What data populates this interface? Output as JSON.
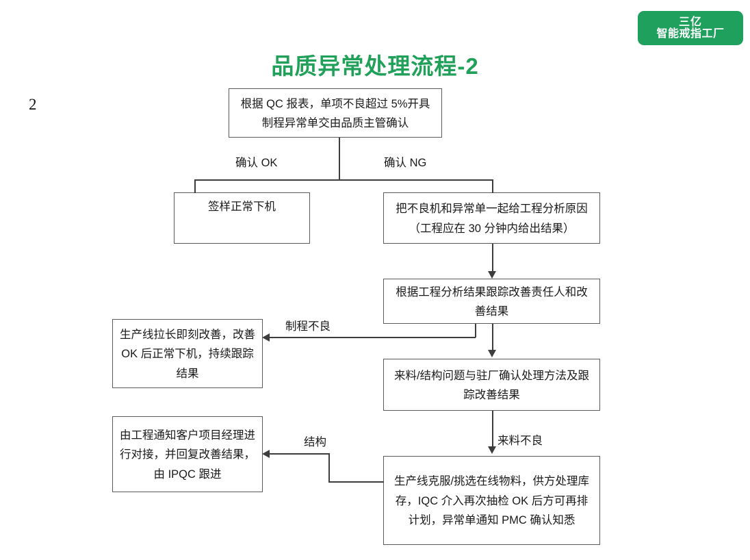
{
  "brand": {
    "line1": "三亿",
    "line2": "智能戒指工厂",
    "color": "#1fa05c"
  },
  "title": "品质异常处理流程-2",
  "title_color": "#21a05a",
  "slide_number": "2",
  "flow": {
    "nodes": [
      {
        "id": "qc-report",
        "text": "根据 QC 报表，单项不良超过 5%开具制程异常单交由品质主管确认"
      },
      {
        "id": "sign-off-ok",
        "text": "签样正常下机"
      },
      {
        "id": "engineering-analysis",
        "text": "把不良机和异常单一起给工程分析原因（工程应在 30 分钟内给出结果）"
      },
      {
        "id": "track-improvement",
        "text": "根据工程分析结果跟踪改善责任人和改善结果"
      },
      {
        "id": "line-leader-improve",
        "text": "生产线拉长即刻改善，改善 OK 后正常下机，持续跟踪结果"
      },
      {
        "id": "material-structure-confirm",
        "text": "来料/结构问题与驻厂确认处理方法及跟踪改善结果"
      },
      {
        "id": "notify-customer-pm",
        "text": "由工程通知客户项目经理进行对接，并回复改善结果，由 IPQC 跟进"
      },
      {
        "id": "supplier-handling",
        "text": "生产线克服/挑选在线物料，供方处理库存，IQC 介入再次抽检 OK 后方可再排计划，异常单通知 PMC 确认知悉"
      }
    ],
    "edge_labels": [
      {
        "id": "confirm-ok",
        "text": "确认 OK"
      },
      {
        "id": "confirm-ng",
        "text": "确认 NG"
      },
      {
        "id": "process-defect",
        "text": "制程不良"
      },
      {
        "id": "structure",
        "text": "结构"
      },
      {
        "id": "incoming-material-defect",
        "text": "来料不良"
      }
    ]
  }
}
